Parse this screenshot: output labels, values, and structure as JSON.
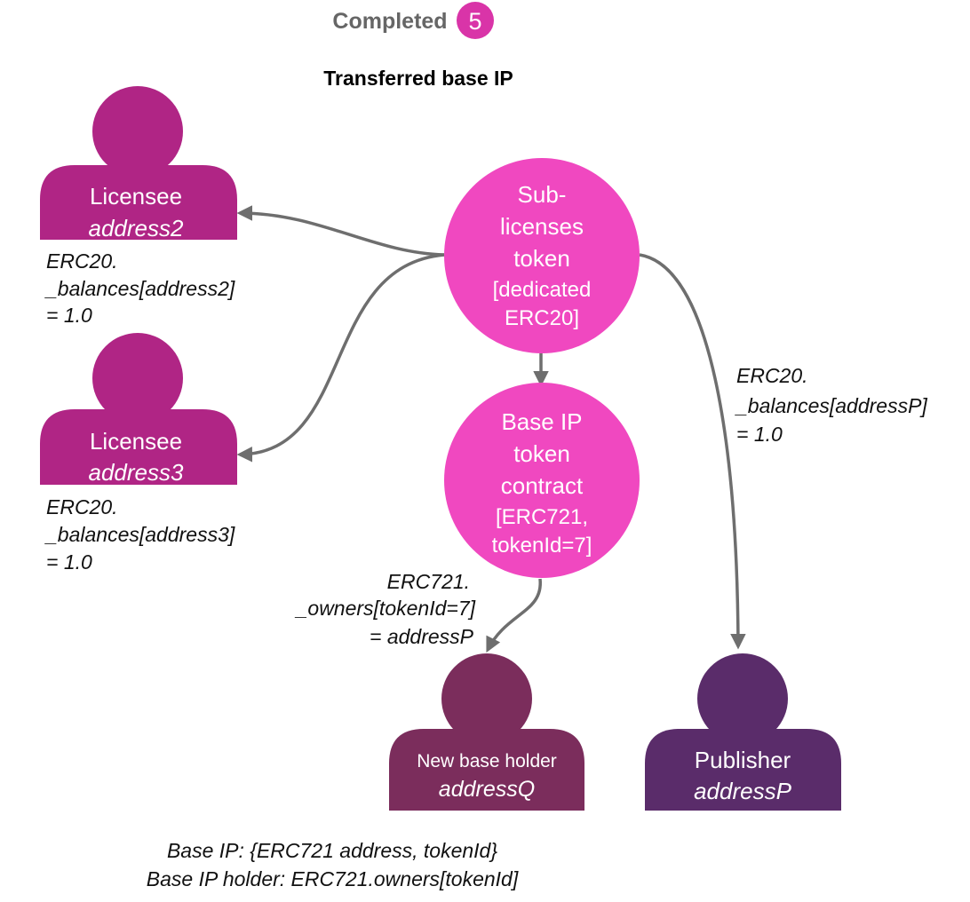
{
  "header": {
    "status_label": "Completed",
    "step_number": "5"
  },
  "diagram_title": "Transferred base IP",
  "colors": {
    "licensee": "#B02585",
    "token": "#F048C0",
    "new_holder": "#7B2D5C",
    "publisher": "#5A2C6A",
    "arrow": "#6E6E6E",
    "badge": "#D934A8",
    "status_text": "#666666"
  },
  "nodes": {
    "licensee_a": {
      "role": "Licensee",
      "address": "address2"
    },
    "licensee_b": {
      "role": "Licensee",
      "address": "address3"
    },
    "sub_token": {
      "lines": [
        "Sub-",
        "licenses",
        "token",
        "[dedicated",
        "ERC20]"
      ]
    },
    "base_token": {
      "lines": [
        "Base IP",
        "token",
        "contract",
        "[ERC721,",
        "tokenId=7]"
      ]
    },
    "new_holder": {
      "role": "New base holder",
      "address": "addressQ"
    },
    "publisher": {
      "role": "Publisher",
      "address": "addressP"
    }
  },
  "annotations": {
    "bal_address2": [
      "ERC20.",
      "_balances[address2]",
      "= 1.0"
    ],
    "bal_address3": [
      "ERC20.",
      "_balances[address3]",
      "= 1.0"
    ],
    "bal_addressP": [
      "ERC20.",
      "_balances[addressP]",
      "= 1.0"
    ],
    "owners": [
      "ERC721.",
      "_owners[tokenId=7]",
      "= addressP"
    ]
  },
  "footer": {
    "line1": "Base IP: {ERC721 address, tokenId}",
    "line2": "Base IP holder: ERC721.owners[tokenId]"
  }
}
